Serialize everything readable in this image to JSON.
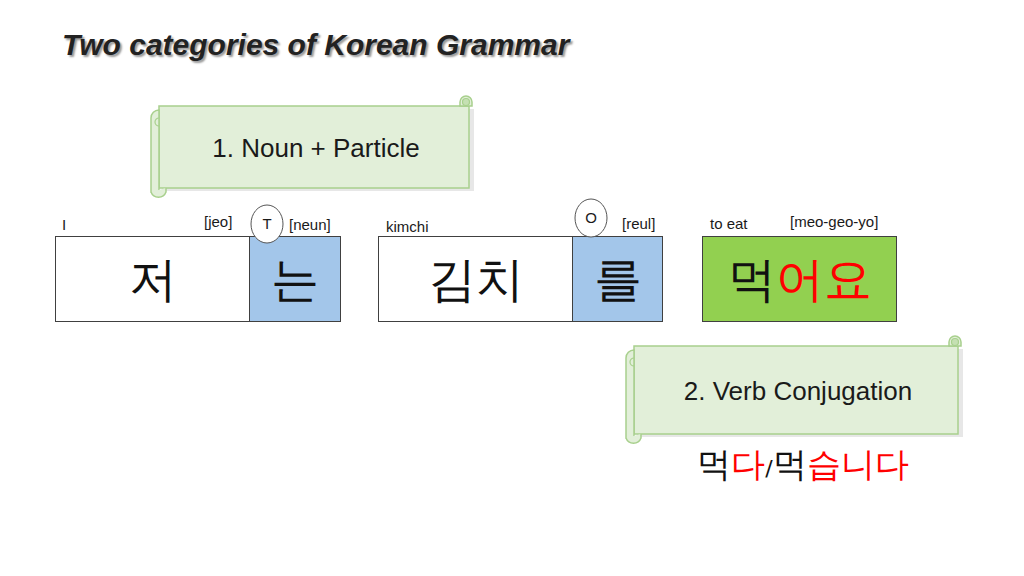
{
  "diagram": {
    "title": "Two categories of Korean Grammar",
    "nodes": [
      {
        "text": [
          "1. Noun + Particle"
        ]
      },
      {
        "text": [
          "T"
        ]
      },
      {
        "text": [
          "O"
        ]
      },
      {
        "text": [
          "저"
        ]
      },
      {
        "text": [
          "는"
        ]
      },
      {
        "text": [
          "김치"
        ]
      },
      {
        "text": [
          "를"
        ]
      },
      {
        "text": [
          "먹",
          "어요"
        ]
      },
      {
        "text": [
          "2. Verb Conjugation"
        ]
      }
    ],
    "labels": [
      "I",
      "[jeo]",
      "[neun]",
      "kimchi",
      "[reul]",
      "to eat",
      "[meo-geo-yo]",
      "먹",
      "다",
      "/",
      "먹",
      "습니다"
    ]
  }
}
